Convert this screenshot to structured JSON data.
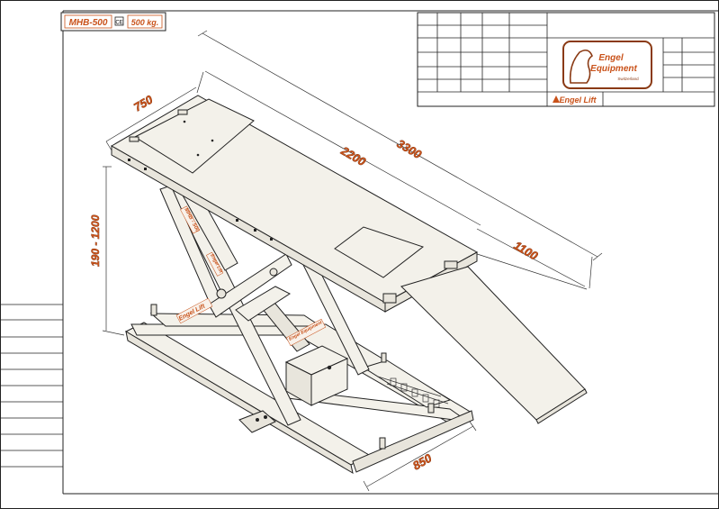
{
  "model_box": {
    "model": "MHB-500",
    "ce_mark": "CE",
    "capacity": "500 kg."
  },
  "dimensions": {
    "length_total": "3300",
    "length_platform": "2200",
    "width_top": "750",
    "ramp_length": "1100",
    "height_range": "190 - 1200",
    "base_width": "850"
  },
  "title_block": {
    "logo_line1": "Engel",
    "logo_line2": "Equipment",
    "logo_line3": "Switzerland",
    "brand": "Engel Lift"
  },
  "frame_labels": {
    "column_label": "MHB - 500",
    "arm_label": "Engel Lift",
    "base_label": "Engel Lift",
    "logo_label": "Engel Equipment"
  },
  "colors": {
    "accent": "#c9521a",
    "accent_dark": "#5a2308",
    "line": "#222222",
    "surface": "#f3f1ea"
  }
}
